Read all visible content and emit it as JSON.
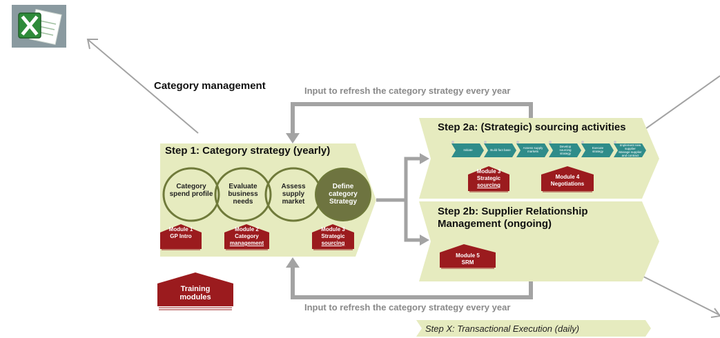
{
  "colors": {
    "panel": "#e6ebbf",
    "olive_dark": "#6e7440",
    "circle_border": "#6f7a3a",
    "arrow_grey": "#a3a3a3",
    "module_red": "#9b1b1e",
    "chevron_teal": "#2f8c8a",
    "excel_green": "#2e8b3a"
  },
  "app_icon": "excel-icon",
  "title": "Category management",
  "refresh_top": "Input to refresh the category strategy every year",
  "refresh_bottom": "Input to refresh the category strategy every year",
  "step1": {
    "title": "Step 1: Category strategy (yearly)",
    "circles": [
      {
        "lines": [
          "Category",
          "spend profile"
        ]
      },
      {
        "lines": [
          "Evaluate",
          "business",
          "needs"
        ]
      },
      {
        "lines": [
          "Assess",
          "supply",
          "market"
        ]
      },
      {
        "lines": [
          "Define",
          "category",
          "Strategy"
        ]
      }
    ],
    "modules": [
      {
        "lines": [
          "Module 1",
          "GP Intro"
        ]
      },
      {
        "lines": [
          "Module 2",
          "Category",
          "management"
        ]
      },
      {
        "lines": [
          "Module 3",
          "Strategic",
          "sourcing"
        ]
      }
    ]
  },
  "step2a": {
    "title": "Step 2a: (Strategic) sourcing activities",
    "chevrons": [
      {
        "lines": [
          "Initiate"
        ]
      },
      {
        "lines": [
          "Build fact base"
        ]
      },
      {
        "lines": [
          "Assess supply",
          "markets"
        ]
      },
      {
        "lines": [
          "Develop",
          "sourcing",
          "strategy"
        ]
      },
      {
        "lines": [
          "Execute",
          "strategy"
        ]
      },
      {
        "lines": [
          "Implement new",
          "supplier",
          "Manage supplier",
          "and contract"
        ]
      }
    ],
    "modules": [
      {
        "lines": [
          "Module 3",
          "Strategic",
          "sourcing"
        ]
      },
      {
        "lines": [
          "Module 4",
          "Negotiations"
        ]
      }
    ]
  },
  "step2b": {
    "title_line1": "Step 2b: Supplier Relationship",
    "title_line2": "Management (ongoing)",
    "modules": [
      {
        "lines": [
          "Module 5",
          "SRM"
        ]
      }
    ]
  },
  "training": {
    "lines": [
      "Training",
      "modules"
    ]
  },
  "stepx": "Step X: Transactional Execution (daily)"
}
